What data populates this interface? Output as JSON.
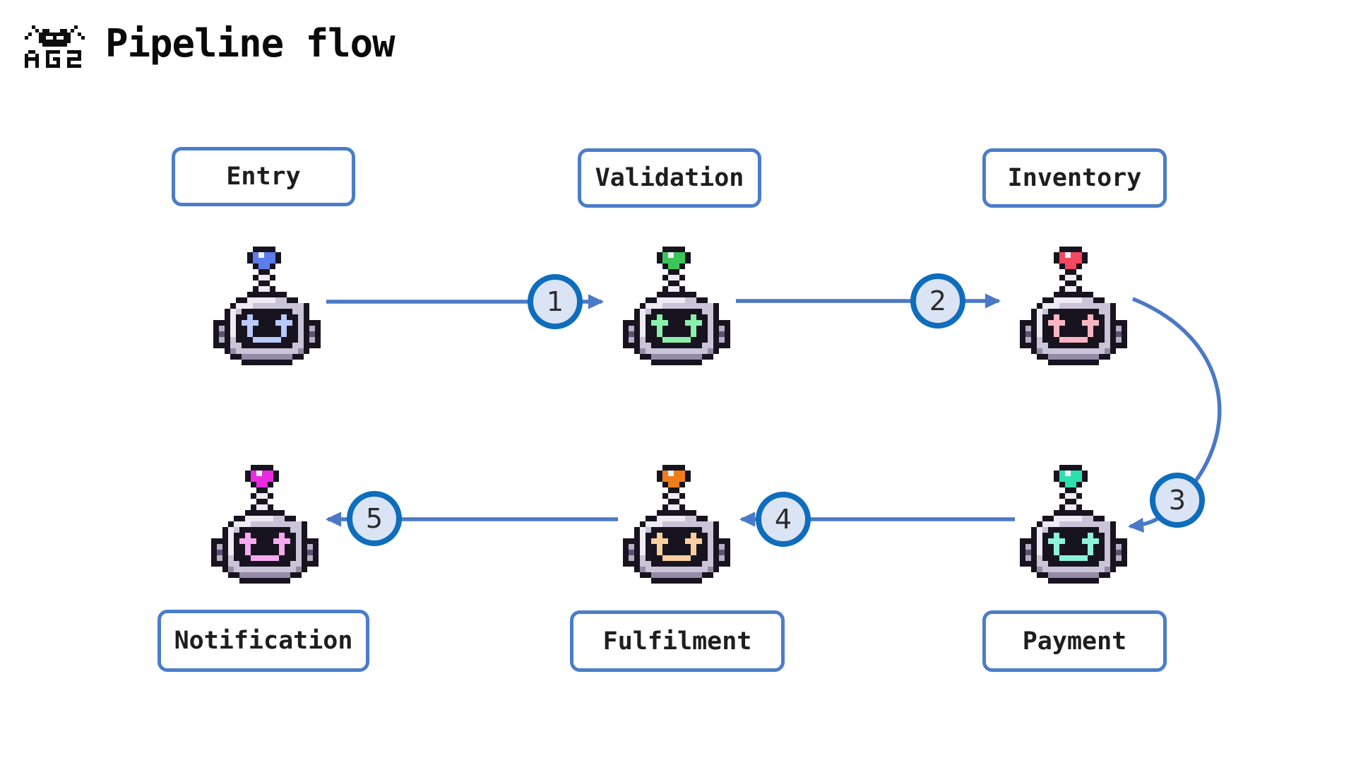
{
  "header": {
    "logo_text": "AG2",
    "title": "Pipeline flow"
  },
  "nodes": [
    {
      "id": "entry",
      "label": "Entry",
      "accent": "#5d7ceb",
      "accent_light": "#b9c9f8"
    },
    {
      "id": "validation",
      "label": "Validation",
      "accent": "#3cc65a",
      "accent_light": "#8af0ac"
    },
    {
      "id": "inventory",
      "label": "Inventory",
      "accent": "#f3485f",
      "accent_light": "#f9b6c2"
    },
    {
      "id": "payment",
      "label": "Payment",
      "accent": "#2ce0ae",
      "accent_light": "#8cf3d9"
    },
    {
      "id": "fulfilment",
      "label": "Fulfilment",
      "accent": "#ef7d1c",
      "accent_light": "#f8cf9e"
    },
    {
      "id": "notification",
      "label": "Notification",
      "accent": "#ea2ae1",
      "accent_light": "#f7a9f0"
    }
  ],
  "steps": [
    "1",
    "2",
    "3",
    "4",
    "5"
  ],
  "flow_order": [
    "Entry",
    "Validation",
    "Inventory",
    "Payment",
    "Fulfilment",
    "Notification"
  ],
  "colors": {
    "arrow": "#4b79c6",
    "badge_border": "#0e6dbc",
    "badge_fill": "#dbe4f4",
    "badge_text": "#2b2b2b",
    "box_border": "#4b7dc9",
    "ink": "#1e1e1e",
    "title": "#0a0a0a"
  }
}
